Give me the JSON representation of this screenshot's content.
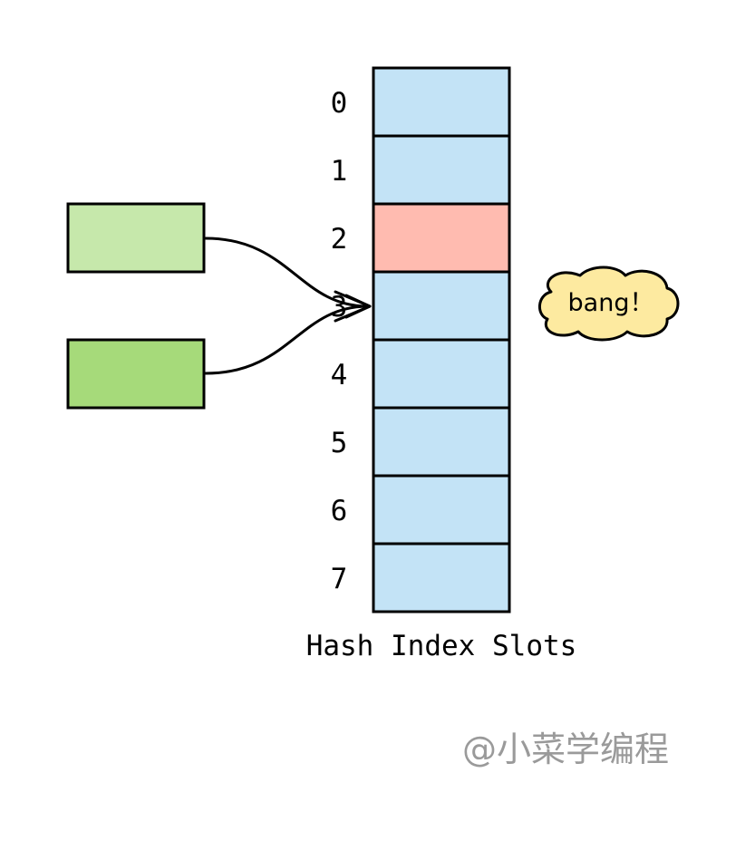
{
  "slots": {
    "caption": "Hash Index Slots",
    "indices": [
      "0",
      "1",
      "2",
      "3",
      "4",
      "5",
      "6",
      "7"
    ],
    "collision_slot": 3
  },
  "keys": [
    {
      "color": "#c6e8ab"
    },
    {
      "color": "#a6da7a"
    }
  ],
  "callout": {
    "text": "bang！"
  },
  "watermark": "@小菜学编程",
  "colors": {
    "slot_fill": "#c3e3f6",
    "collision_fill": "#ffbbb0",
    "callout_fill": "#fdeaa0",
    "stroke": "#000000",
    "watermark": "#9a9a9a"
  }
}
